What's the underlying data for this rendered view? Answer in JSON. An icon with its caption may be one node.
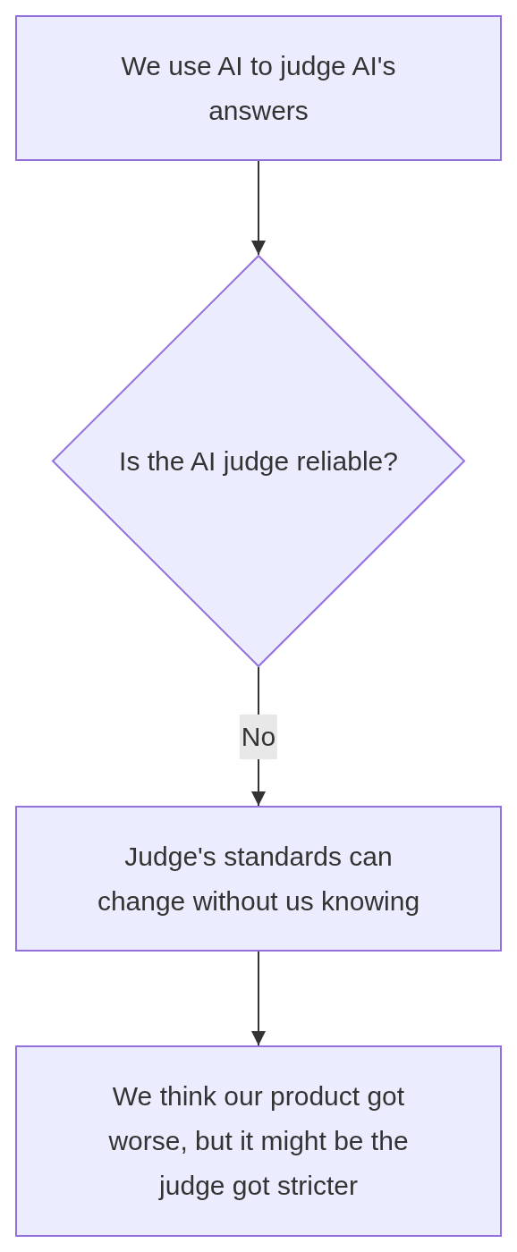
{
  "diagram": {
    "nodes": [
      {
        "text": [
          "We use AI to judge AI's answers"
        ]
      },
      {
        "text": [
          "Is the AI judge reliable?"
        ]
      },
      {
        "text": [
          "Judge's standards can change without us knowing"
        ]
      },
      {
        "text": [
          "We think our product got worse, but it might be the judge got stricter"
        ]
      }
    ],
    "edges": [
      {
        "from": 0,
        "to": 1,
        "arrow": "to"
      },
      {
        "from": 1,
        "to": 2,
        "arrow": "to",
        "label": "No"
      },
      {
        "from": 2,
        "to": 3,
        "arrow": "to"
      }
    ]
  }
}
